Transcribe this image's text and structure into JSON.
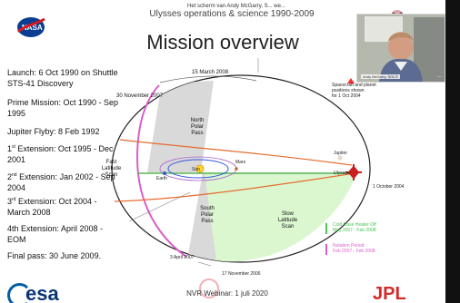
{
  "header": {
    "screen_share_label": "Het scherm van Andy McGarry, S... we...",
    "slide_title_left": "Ulysses",
    "slide_title_right": "operations & science 1990-2009",
    "mission_title": "Mission overview"
  },
  "sidebar": {
    "items": [
      {
        "text": "Launch: 6 Oct 1990 on Shuttle STS-41 Discovery"
      },
      {
        "text": "Prime Mission: Oct 1990 - Sep 1995"
      },
      {
        "text": "Jupiter Flyby: 8 Feb 1992"
      },
      {
        "ordinal": "1",
        "suffix": "st",
        "text": " Extension: Oct 1995 - Dec 2001"
      },
      {
        "ordinal": "2",
        "suffix": "nd",
        "text": " Extension: Jan 2002 - Sep 2004"
      },
      {
        "ordinal": "3",
        "suffix": "rd",
        "text": " Extension: Oct 2004 - March 2008"
      },
      {
        "text": "4th Extension: April 2008 - EOM"
      },
      {
        "text": "Final pass: 30 June 2009."
      }
    ]
  },
  "diagram": {
    "labels": {
      "date_top": "15 March 2008",
      "date_left": "30 November 2007",
      "north_polar": [
        "North",
        "Polar",
        "Pass"
      ],
      "south_polar": [
        "South",
        "Polar",
        "Pass"
      ],
      "fast_latitude": [
        "Fast",
        "Latitude",
        "Scan"
      ],
      "slow_latitude": [
        "Slow",
        "Latitude",
        "Scan"
      ],
      "sun": "Sun",
      "mars": "Mars",
      "earth": "Earth",
      "jupiter": "Jupiter",
      "ulysses": "Ulysses",
      "october_2004": "1 October 2004",
      "april_2007": "3 April 2007",
      "november_2006": "17 November 2006",
      "spacecraft_note": [
        "Spacecraft and planet",
        "positions shown",
        "for 1 Oct 2004"
      ]
    },
    "legend": [
      {
        "text": [
          "Cold Case Heater Off",
          "May 2007 - Feb 2008"
        ],
        "color": "#48c651"
      },
      {
        "text": [
          "Nutation Period",
          "Feb 2007 - Feb 2008"
        ],
        "color": "#d85fcc"
      }
    ]
  },
  "video": {
    "person_label": "Andy McGarry, SOLIT",
    "dots": "..."
  },
  "footer": {
    "text": "NVR Webinar: 1 juli 2020",
    "esa": "esa",
    "jpl": "JPL"
  }
}
